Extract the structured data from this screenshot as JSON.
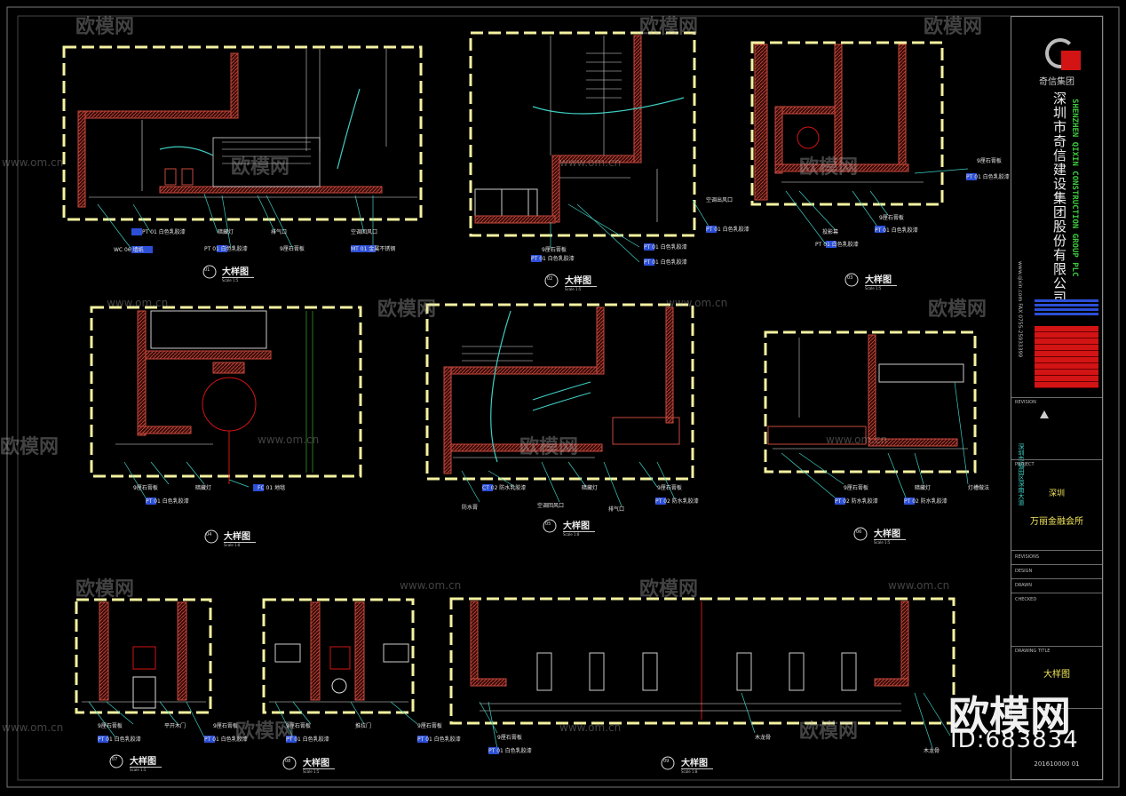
{
  "watermark": {
    "brand": "欧模网",
    "url": "www.om.cn",
    "id": "ID:683834"
  },
  "details": [
    {
      "title": "大样图",
      "scale": "Scale 1:5",
      "num": "01"
    },
    {
      "title": "大样图",
      "scale": "Scale 1:5",
      "num": "02"
    },
    {
      "title": "大样图",
      "scale": "Scale 1:5",
      "num": "03"
    },
    {
      "title": "大样图",
      "scale": "Scale 1:8",
      "num": "04"
    },
    {
      "title": "大样图",
      "scale": "Scale 1:8",
      "num": "05"
    },
    {
      "title": "大样图",
      "scale": "Scale 1:5",
      "num": "06"
    },
    {
      "title": "大样图",
      "scale": "Scale 1:5",
      "num": "07"
    },
    {
      "title": "大样图",
      "scale": "Scale 1:5",
      "num": "08"
    },
    {
      "title": "大样图",
      "scale": "Scale 1:8",
      "num": "09"
    }
  ],
  "annotations": {
    "pt01": "PT 01 白色乳胶漆",
    "wc06": "WC 06 墙纸",
    "mt01": "MT 01 金属不锈钢",
    "downlight": "暗藏灯",
    "exhaust": "排气口",
    "gypsum": "9厘石膏板",
    "ac_return": "空调回风口",
    "ac_outlet": "空调出风口",
    "pt02": "PT 02 防水乳胶漆",
    "projector": "投影幕",
    "ct02": "CT 02 防水乳胶漆",
    "waterproof": "防水膏",
    "wood_door": "平开木门",
    "sliding_door": "推拉门",
    "wood_keel": "木龙骨",
    "fc01": "FC 01 地毯",
    "wood_strip": "木龙骨",
    "light_trough": "灯槽做法"
  },
  "title_block": {
    "company_cn": "深圳市奇信建设集团股份有限公司",
    "company_en": "SHENZHEN QIXIN CONSTRUCTION GROUP PLC",
    "logo_text": "奇信集团",
    "contact": "www.qixin.com  FAX 0755-25933399",
    "address": "深圳市福田区深南大道",
    "revision": "REVISION",
    "project_label": "PROJECT",
    "project_city": "深圳",
    "project_name": "万丽金融会所",
    "revisions": "REVISIONS",
    "design": "DESIGN",
    "drawn": "DRAWN",
    "checked": "CHECKED",
    "drawing_title_label": "DRAWING TITLE",
    "drawing_title": "大样图",
    "drawing_no": "201610000 01"
  },
  "colors": {
    "frame": "#f5f2a0",
    "wall": "#c8483c",
    "hatch": "#a83a30",
    "dim": "#e8e8e8",
    "leader": "#3ecfc3",
    "tag": "#2c4fd6",
    "red_block": "#d21414"
  }
}
